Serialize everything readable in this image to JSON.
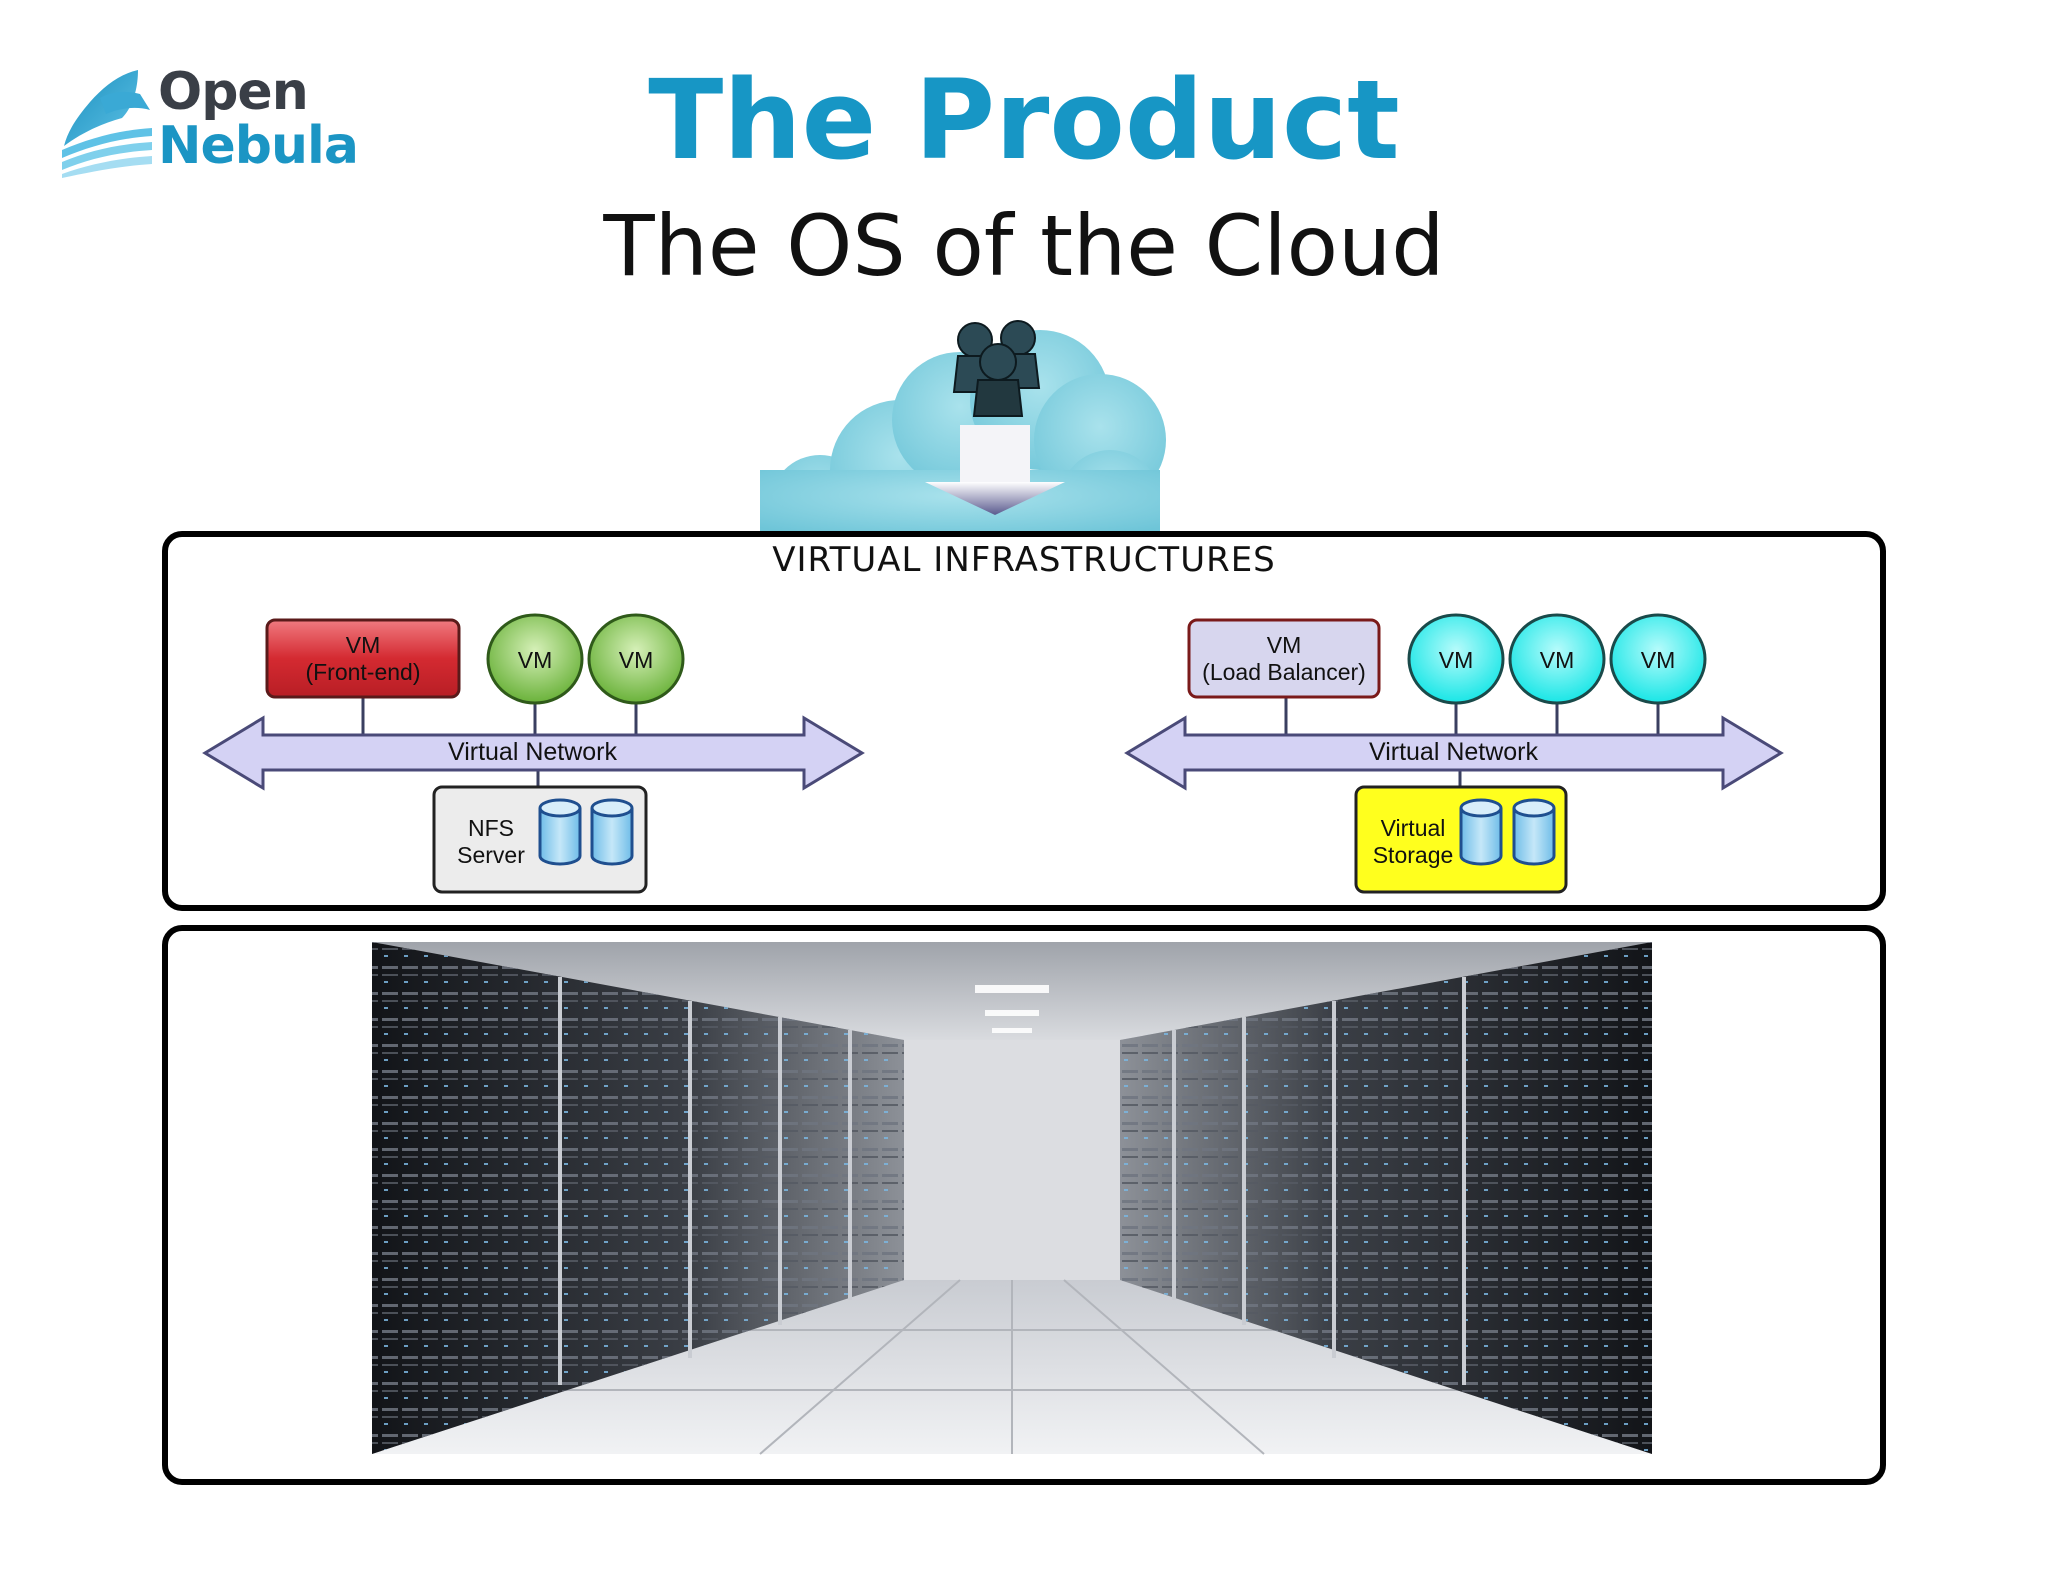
{
  "logo": {
    "line1": "Open",
    "line2": "Nebula"
  },
  "title": "The Product",
  "subtitle": "The OS of the Cloud",
  "virtual_infrastructures": {
    "heading": "VIRTUAL INFRASTRUCTURES",
    "left": {
      "front_end": "VM\n(Front-end)",
      "vm1": "VM",
      "vm2": "VM",
      "network": "Virtual Network",
      "storage": "NFS\nServer"
    },
    "right": {
      "load_balancer": "VM\n(Load Balancer)",
      "vm1": "VM",
      "vm2": "VM",
      "vm3": "VM",
      "network": "Virtual Network",
      "storage": "Virtual\nStorage"
    }
  },
  "colors": {
    "title": "#1796c5",
    "frontend_vm": "#d42a31",
    "green_vm": "#6ab23a",
    "cyan_vm": "#19e6e6",
    "load_balancer_vm": "#d7d6ee",
    "network_arrow": "#d4d2f4",
    "nfs_server": "#ececec",
    "virtual_storage": "#ffff1e",
    "disk": "#9bd1f0",
    "cloud": "#86d2e0"
  },
  "icons": [
    "users-icon",
    "cloud-icon",
    "down-arrow-icon",
    "disk-icon",
    "server-racks-image"
  ]
}
